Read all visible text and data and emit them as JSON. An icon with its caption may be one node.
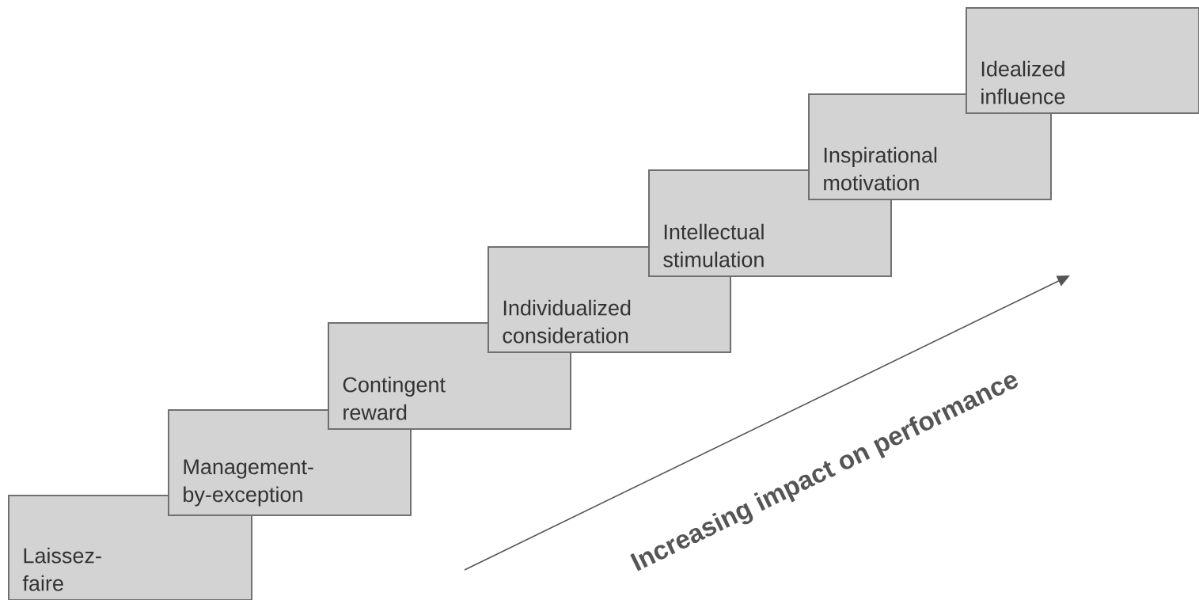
{
  "diagram": {
    "nodes": [
      {
        "text": [
          "Laissez-faire"
        ]
      },
      {
        "text": [
          "Management-by-exception"
        ]
      },
      {
        "text": [
          "Contingent reward"
        ]
      },
      {
        "text": [
          "Individualized consideration"
        ]
      },
      {
        "text": [
          "Intellectual stimulation"
        ]
      },
      {
        "text": [
          "Inspirational motivation"
        ]
      },
      {
        "text": [
          "Idealized influence"
        ]
      }
    ],
    "labels": [
      "Increasing impact on performance"
    ]
  }
}
